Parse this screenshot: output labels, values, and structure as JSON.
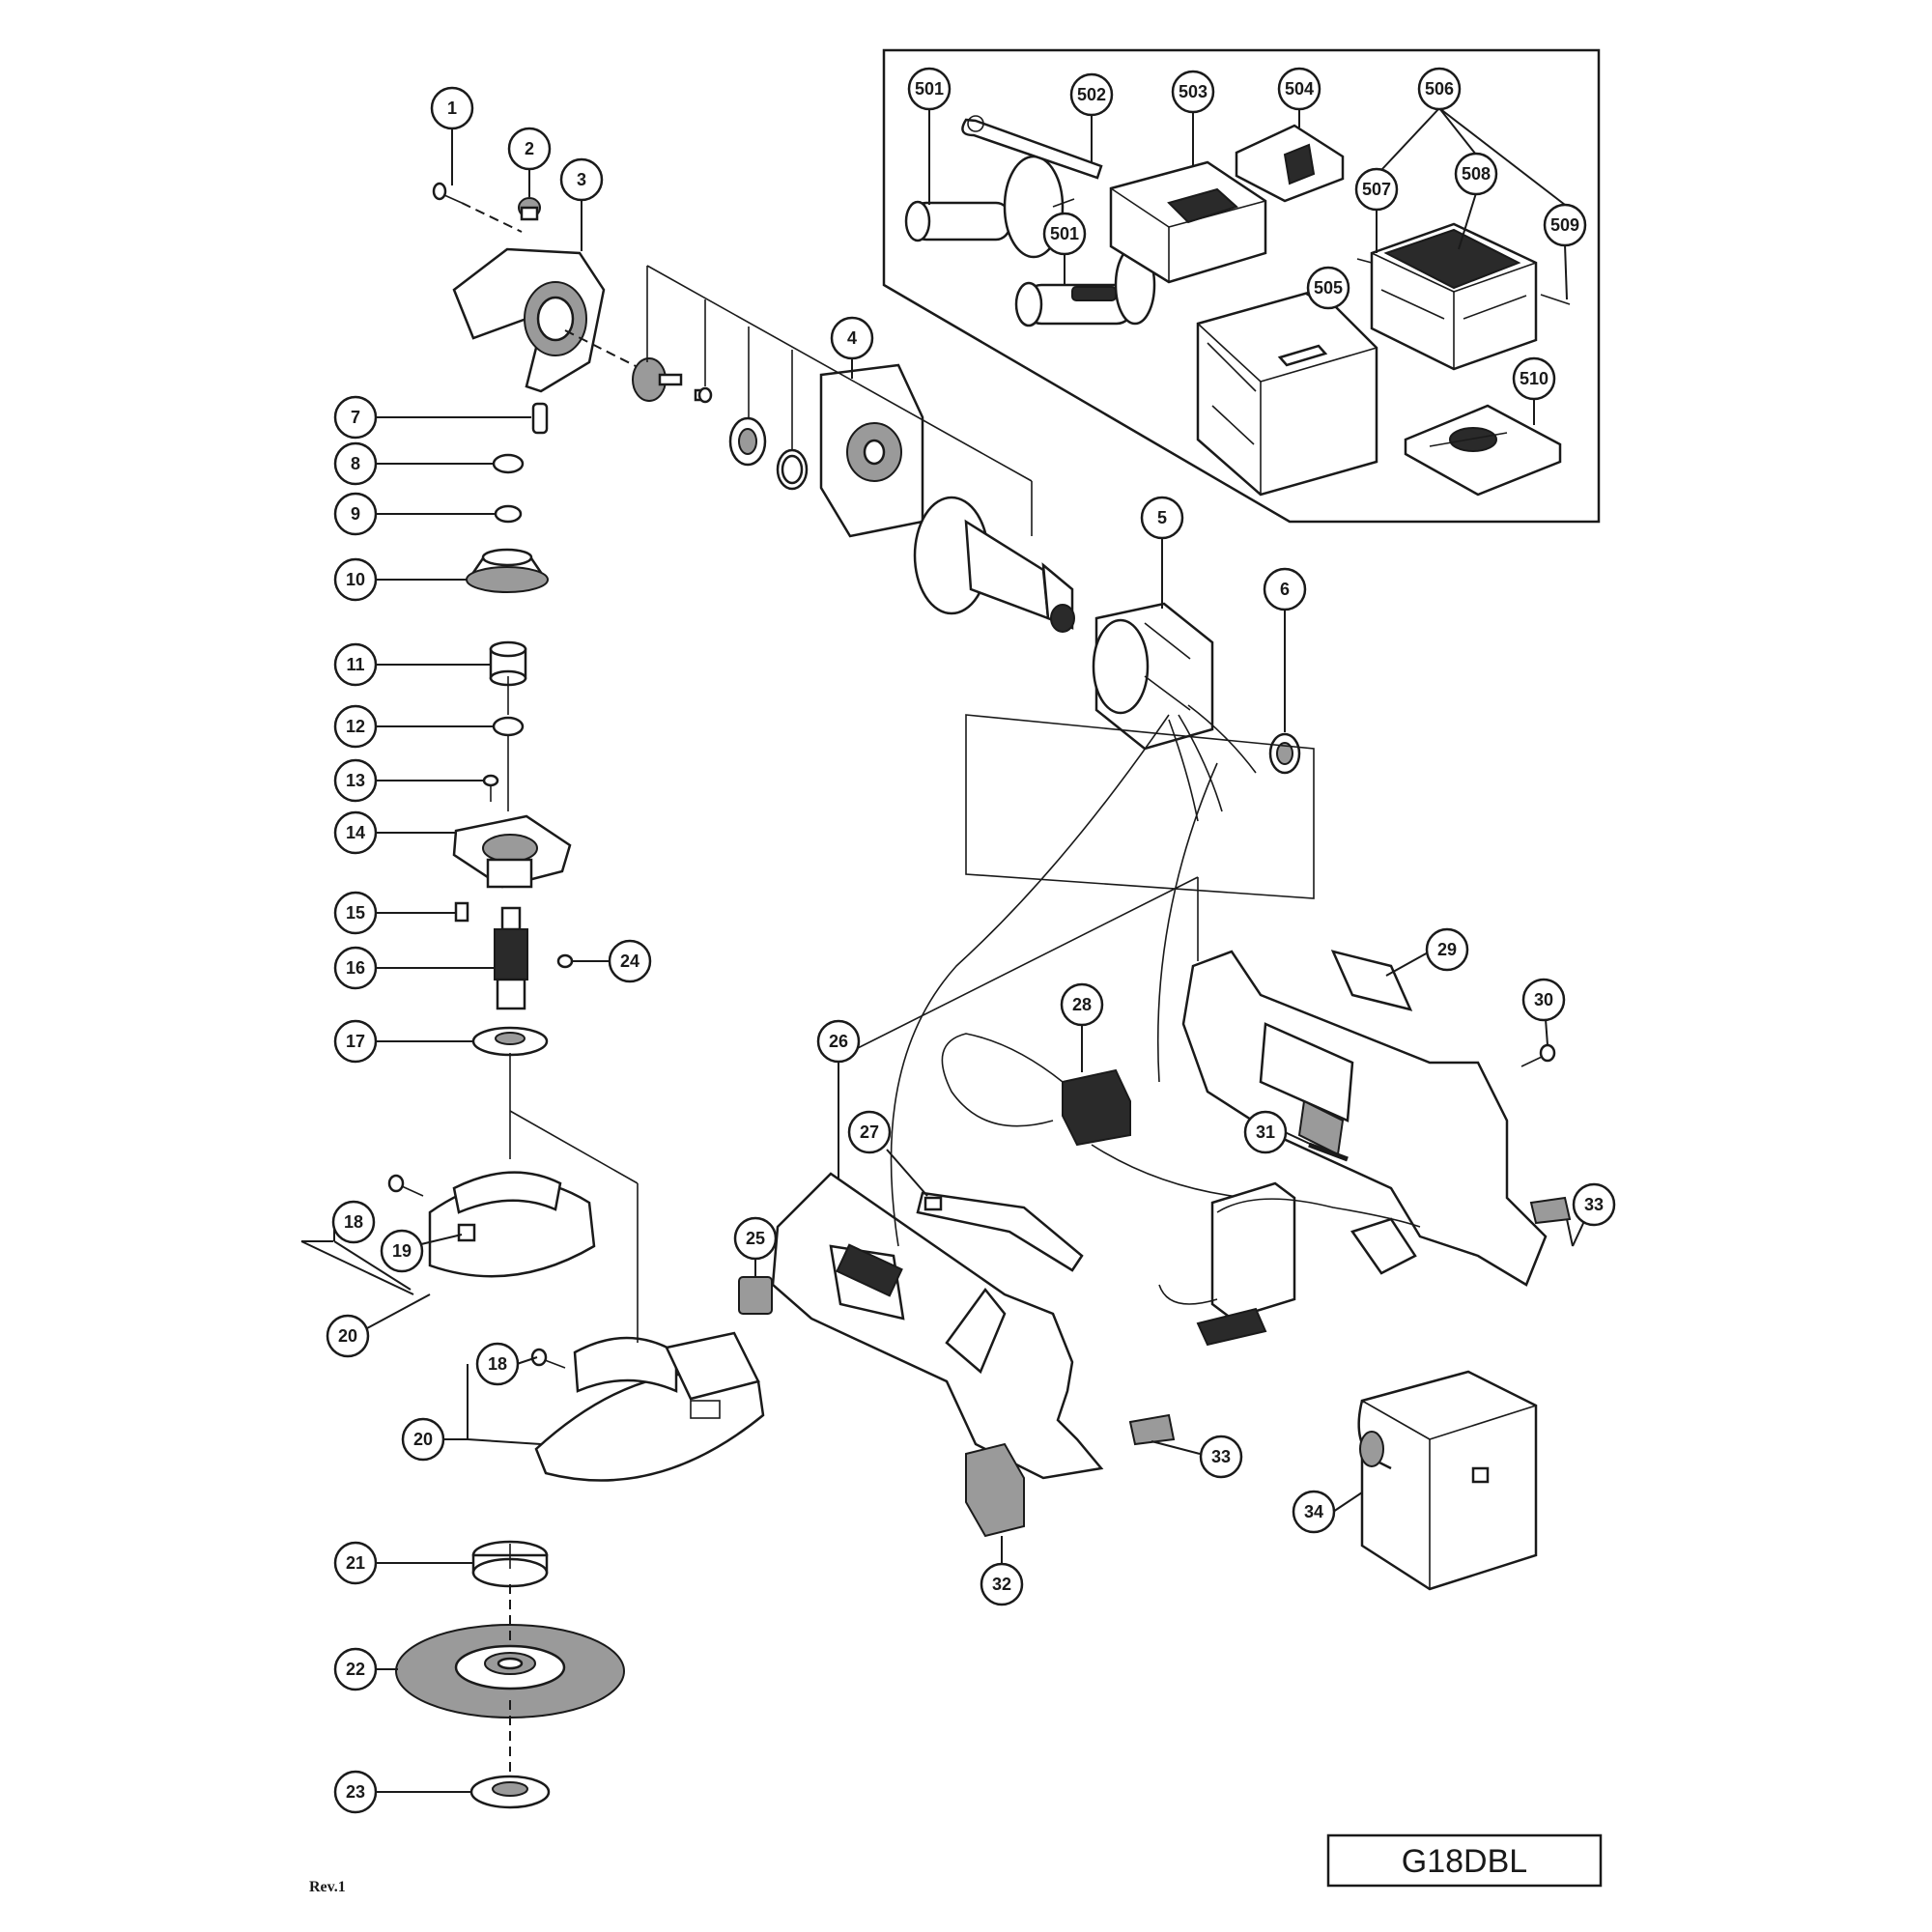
{
  "model": "G18DBL",
  "revision": "Rev.1",
  "callouts": {
    "c1": "1",
    "c2": "2",
    "c3": "3",
    "c4": "4",
    "c5": "5",
    "c6": "6",
    "c7": "7",
    "c8": "8",
    "c9": "9",
    "c10": "10",
    "c11": "11",
    "c12": "12",
    "c13": "13",
    "c14": "14",
    "c15": "15",
    "c16": "16",
    "c17": "17",
    "c18a": "18",
    "c18b": "18",
    "c19": "19",
    "c20a": "20",
    "c20b": "20",
    "c21": "21",
    "c22": "22",
    "c23": "23",
    "c24": "24",
    "c25": "25",
    "c26": "26",
    "c27": "27",
    "c28": "28",
    "c29": "29",
    "c30": "30",
    "c31": "31",
    "c32": "32",
    "c33a": "33",
    "c33b": "33",
    "c34": "34",
    "c501a": "501",
    "c501b": "501",
    "c502": "502",
    "c503": "503",
    "c504": "504",
    "c505": "505",
    "c506": "506",
    "c507": "507",
    "c508": "508",
    "c509": "509",
    "c510": "510"
  }
}
